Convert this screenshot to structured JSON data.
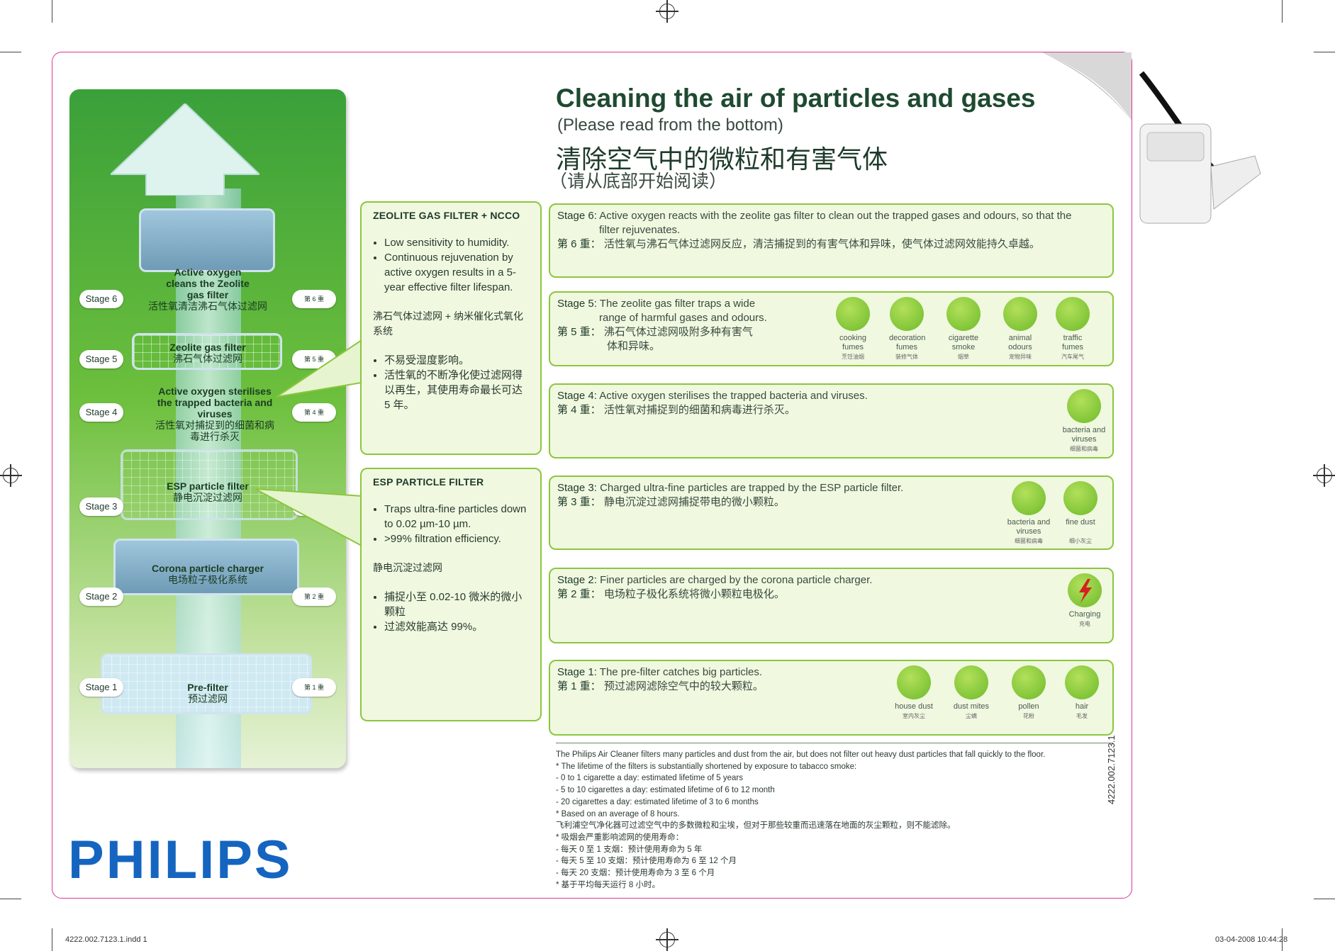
{
  "header": {
    "title": "Cleaning the air of particles and gases",
    "subtitle_en": "(Please read from the bottom)",
    "title_cn": "清除空气中的微粒和有害气体",
    "subtitle_cn": "（请从底部开始阅读）"
  },
  "panel": {
    "stages": [
      {
        "en": "Stage 6",
        "cn": "第 6 重",
        "label": "Active oxygen cleans the Zeolite gas filter",
        "label_cn": "活性氧清洁沸石气体过滤网"
      },
      {
        "en": "Stage 5",
        "cn": "第 5 重",
        "label": "Zeolite gas filter",
        "label_cn": "沸石气体过滤网"
      },
      {
        "en": "Stage 4",
        "cn": "第 4 重",
        "label": "Active oxygen sterilises the trapped bacteria and viruses",
        "label_cn": "活性氧对捕捉到的细菌和病毒进行杀灭"
      },
      {
        "en": "Stage 3",
        "cn": "第 3 重",
        "label": "ESP particle filter",
        "label_cn": "静电沉淀过滤网"
      },
      {
        "en": "Stage 2",
        "cn": "第 2 重",
        "label": "Corona particle charger",
        "label_cn": "电场粒子极化系统"
      },
      {
        "en": "Stage 1",
        "cn": "第 1 重",
        "label": "Pre-filter",
        "label_cn": "预过滤网"
      }
    ]
  },
  "zeolite_box": {
    "heading": "ZEOLITE GAS FILTER + NCCO",
    "bullets_en": [
      "Low sensitivity to humidity.",
      "Continuous rejuvenation by active oxygen results in a 5-year effective filter lifespan."
    ],
    "heading_cn": "沸石气体过滤网 + 纳米催化式氧化系统",
    "bullets_cn": [
      "不易受湿度影响。",
      "活性氧的不断净化使过滤网得以再生，其使用寿命最长可达 5 年。"
    ]
  },
  "esp_box": {
    "heading": "ESP PARTICLE FILTER",
    "bullets_en": [
      "Traps ultra-fine particles down to 0.02 µm-10 µm.",
      ">99% filtration efficiency."
    ],
    "heading_cn": "静电沉淀过滤网",
    "bullets_cn": [
      "捕捉小至 0.02-10 微米的微小颗粒",
      "过滤效能高达 99%。"
    ]
  },
  "stages": [
    {
      "label": "Stage 6:",
      "text": "Active oxygen reacts with the zeolite gas filter to clean out the trapped gases and odours, so that the",
      "text2": "filter rejuvenates.",
      "label_cn": "第 6 重：",
      "text_cn": "活性氧与沸石气体过滤网反应，清洁捕捉到的有害气体和异味，使气体过滤网效能持久卓越。",
      "icons": []
    },
    {
      "label": "Stage 5:",
      "text": "The zeolite gas filter traps a wide",
      "text2": "range of harmful gases and odours.",
      "label_cn": "第 5 重：",
      "text_cn": "沸石气体过滤网吸附多种有害气",
      "text_cn2": "体和异味。",
      "icons": [
        {
          "name": "cooking-fumes-icon",
          "l1": "cooking",
          "l2": "fumes",
          "cn": "烹饪油烟"
        },
        {
          "name": "decoration-fumes-icon",
          "l1": "decoration",
          "l2": "fumes",
          "cn": "装修气体"
        },
        {
          "name": "cigarette-smoke-icon",
          "l1": "cigarette",
          "l2": "smoke",
          "cn": "烟草"
        },
        {
          "name": "animal-odours-icon",
          "l1": "animal",
          "l2": "odours",
          "cn": "宠物异味"
        },
        {
          "name": "traffic-fumes-icon",
          "l1": "traffic",
          "l2": "fumes",
          "cn": "汽车尾气"
        }
      ]
    },
    {
      "label": "Stage 4:",
      "text": "Active oxygen sterilises the trapped bacteria and viruses.",
      "text2": "",
      "label_cn": "第 4 重：",
      "text_cn": "活性氧对捕捉到的细菌和病毒进行杀灭。",
      "icons": [
        {
          "name": "bacteria-icon",
          "l1": "bacteria and",
          "l2": "viruses",
          "cn": "细菌和病毒"
        }
      ]
    },
    {
      "label": "Stage 3:",
      "text": "Charged ultra-fine particles are trapped by the ESP particle filter.",
      "text2": "",
      "label_cn": "第 3 重：",
      "text_cn": "静电沉淀过滤网捕捉带电的微小颗粒。",
      "icons": [
        {
          "name": "bacteria-icon",
          "l1": "bacteria and",
          "l2": "viruses",
          "cn": "细菌和病毒"
        },
        {
          "name": "fine-dust-icon",
          "l1": "fine dust",
          "l2": "",
          "cn": "细小灰尘"
        }
      ]
    },
    {
      "label": "Stage 2:",
      "text": "Finer particles are charged by the corona particle charger.",
      "text2": "",
      "label_cn": "第 2 重：",
      "text_cn": "电场粒子极化系统将微小颗粒电极化。",
      "icons": [
        {
          "name": "charging-icon",
          "l1": "Charging",
          "l2": "",
          "cn": "充电"
        }
      ]
    },
    {
      "label": "Stage 1:",
      "text": "The pre-filter catches big particles.",
      "text2": "",
      "label_cn": "第 1 重：",
      "text_cn": "预过滤网滤除空气中的较大颗粒。",
      "icons": [
        {
          "name": "house-dust-icon",
          "l1": "house dust",
          "l2": "",
          "cn": "室内灰尘"
        },
        {
          "name": "dust-mites-icon",
          "l1": "dust mites",
          "l2": "",
          "cn": "尘螨"
        },
        {
          "name": "pollen-icon",
          "l1": "pollen",
          "l2": "",
          "cn": "花粉"
        },
        {
          "name": "hair-icon",
          "l1": "hair",
          "l2": "",
          "cn": "毛发"
        }
      ]
    }
  ],
  "notes": [
    "The Philips Air Cleaner filters many particles and dust from the air, but does not filter out heavy dust particles that fall quickly to the floor.",
    "* The lifetime of the filters is substantially shortened by exposure to tabacco smoke:",
    "- 0 to 1 cigarette a day: estimated lifetime of 5 years",
    "- 5 to 10 cigarettes a day: estimated lifetime of 6 to 12 month",
    "- 20 cigarettes a day: estimated lifetime of 3 to 6 months",
    "* Based on an average of 8 hours.",
    "飞利浦空气净化器可过滤空气中的多数微粒和尘埃，但对于那些较重而迅速落在地面的灰尘颗粒，则不能滤除。",
    "* 吸烟会严重影响滤网的使用寿命：",
    "- 每天 0 至 1 支烟：预计使用寿命为 5 年",
    "- 每天 5 至 10 支烟：预计使用寿命为 6 至 12 个月",
    "- 每天 20 支烟：预计使用寿命为 3 至 6 个月",
    "* 基于平均每天运行 8 小时。"
  ],
  "brand": "PHILIPS",
  "doc_code": "4222.002.7123.1",
  "footer": {
    "left": "4222.002.7123.1.indd   1",
    "right": "03-04-2008   10:44:28"
  },
  "colors": {
    "accent": "#8cc63e",
    "brand": "#1565c0",
    "frame": "#d93a9a",
    "title": "#1e4a30"
  }
}
